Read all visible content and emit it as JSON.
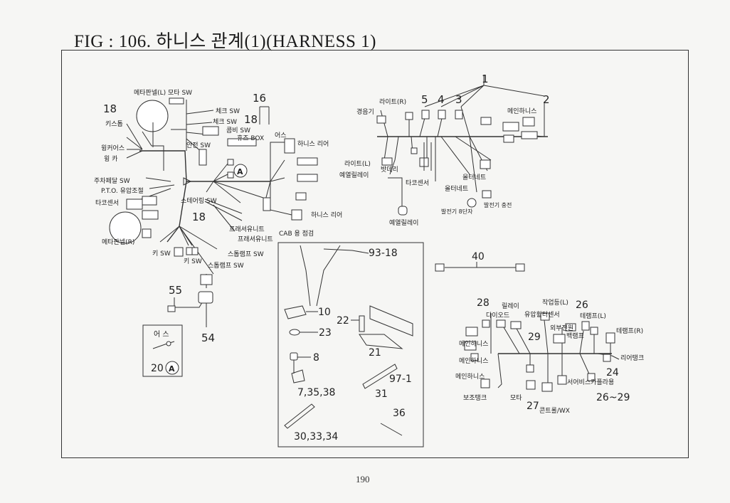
{
  "title": "FIG : 106. 하니스 관계(1)(HARNESS 1)",
  "page_number": "190",
  "left_harness": {
    "label_meter_l": "메타판넬(L) 모타 SW",
    "label_18_top": "18",
    "label_16": "16",
    "label_18b": "18",
    "label_key_glow": "키스톱",
    "label_wing_cover": "윙커어스",
    "label_wing_car": "윙 카",
    "label_check_sw1": "체크 SW",
    "label_check_sw2": "체크 SW",
    "label_combi_sw": "콤비 SW",
    "label_fuse_box": "휴즈 BOX",
    "label_safety_sw": "안전 SW",
    "label_earth": "어스",
    "label_harness_rear1": "하니스 리어",
    "label_parking_sw": "주차페달 SW",
    "label_pto": "P.T.O. 유압조절",
    "label_tacho": "타코센서",
    "label_steering_sw": "스테어링 SW",
    "label_18_mid": "18",
    "label_harness_rear2": "하니스 리어",
    "label_cab": "CAB 용 점검",
    "label_frasher1": "프래셔유니트",
    "label_frasher2": "프래셔유니트",
    "label_meter_r": "메타판넬(R)",
    "label_key_sw": "키 SW",
    "label_key_sw2": "키 SW",
    "label_stop_lamp1": "스톱램프 SW",
    "label_stop_lamp2": "스톱램프 SW",
    "label_A1": "A"
  },
  "earth_box": {
    "label_55": "55",
    "label_54": "54",
    "title": "어 스",
    "label_20": "20",
    "label_A": "A"
  },
  "right_harness": {
    "n1": "1",
    "n2": "2",
    "n3": "3",
    "n4": "4",
    "n5": "5",
    "label_horn": "경음기",
    "label_light_r": "라이트(R)",
    "label_main_harness": "메인하니스",
    "label_light_l": "라이트(L)",
    "label_battery": "밧데리",
    "label_heater_relay": "예열릴레이",
    "label_tacho_sensor": "타코센서",
    "label_alternator1": "올터네트",
    "label_alternator2": "올터네트",
    "label_alt_8pin": "발전기 8단자",
    "label_alt_charge": "발전기 충전",
    "label_heater_relay2": "예열릴레이"
  },
  "parts_box": {
    "r93_18": "93-18",
    "r10": "10",
    "r22": "22",
    "r23": "23",
    "r21": "21",
    "r8": "8",
    "r7": "7,35,38",
    "r31": "31",
    "r97": "97-1",
    "r36": "36",
    "r30": "30,33,34"
  },
  "cable_40": {
    "label": "40"
  },
  "cab_harness": {
    "n28": "28",
    "label_relay": "릴레이",
    "label_work_l": "작업등(L)",
    "n26": "26",
    "label_diode": "다이오드",
    "label_oil_sensor": "유압휠터센서",
    "label_tail_l": "테램프(L)",
    "label_ext_power": "외부전원",
    "label_back_lamp": "백램프",
    "n29": "29",
    "label_tail_r": "테램프(R)",
    "label_main1": "메인하니스",
    "label_main2": "메인하니스",
    "label_main3": "메인하니스",
    "label_rear_tank": "리어탱크",
    "n24": "24",
    "label_service": "서어비스카플라용",
    "label_aux_tank": "보조탱크",
    "label_motor": "모타",
    "n27": "27",
    "label_outlet": "콘트롤/WX",
    "n26_29": "26~29"
  }
}
